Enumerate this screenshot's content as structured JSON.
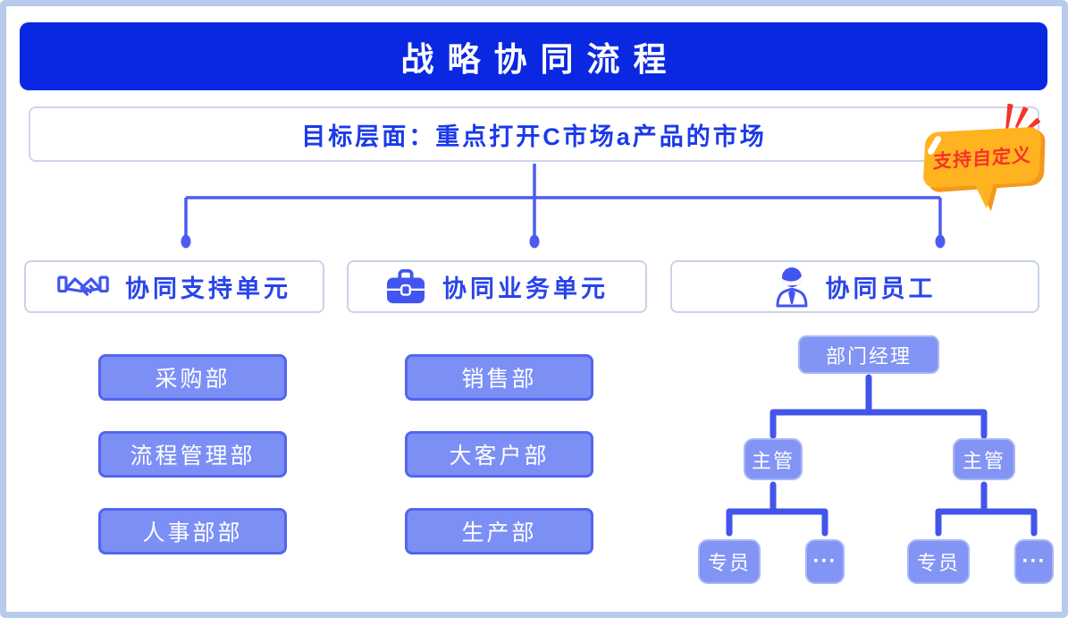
{
  "page": {
    "title": "战略协同流程"
  },
  "goal": {
    "text": "目标层面：重点打开C市场a产品的市场"
  },
  "badge": {
    "text": "支持自定义"
  },
  "branches": [
    {
      "label": "协同支持单元",
      "icon": "handshake-icon",
      "departments": [
        "采购部",
        "流程管理部",
        "人事部部"
      ]
    },
    {
      "label": "协同业务单元",
      "icon": "briefcase-icon",
      "departments": [
        "销售部",
        "大客户部",
        "生产部"
      ]
    },
    {
      "label": "协同员工",
      "icon": "employee-icon",
      "tree": {
        "root": "部门经理",
        "managers": [
          {
            "label": "主管",
            "children": [
              "专员",
              "···"
            ]
          },
          {
            "label": "主管",
            "children": [
              "专员",
              "···"
            ]
          }
        ]
      }
    }
  ],
  "colors": {
    "header_blue": "#0a28e2",
    "accent_blue": "#2944ea",
    "line_thin": "#4c5cf2",
    "line_thick": "#4254ea",
    "dept_fill": "#7c8ff5",
    "dept_border": "#5365f0",
    "tree_fill": "#8294f4",
    "page_border": "#b7cbea",
    "bubble_orange": "#ffb320",
    "bubble_red": "#f4332a"
  }
}
